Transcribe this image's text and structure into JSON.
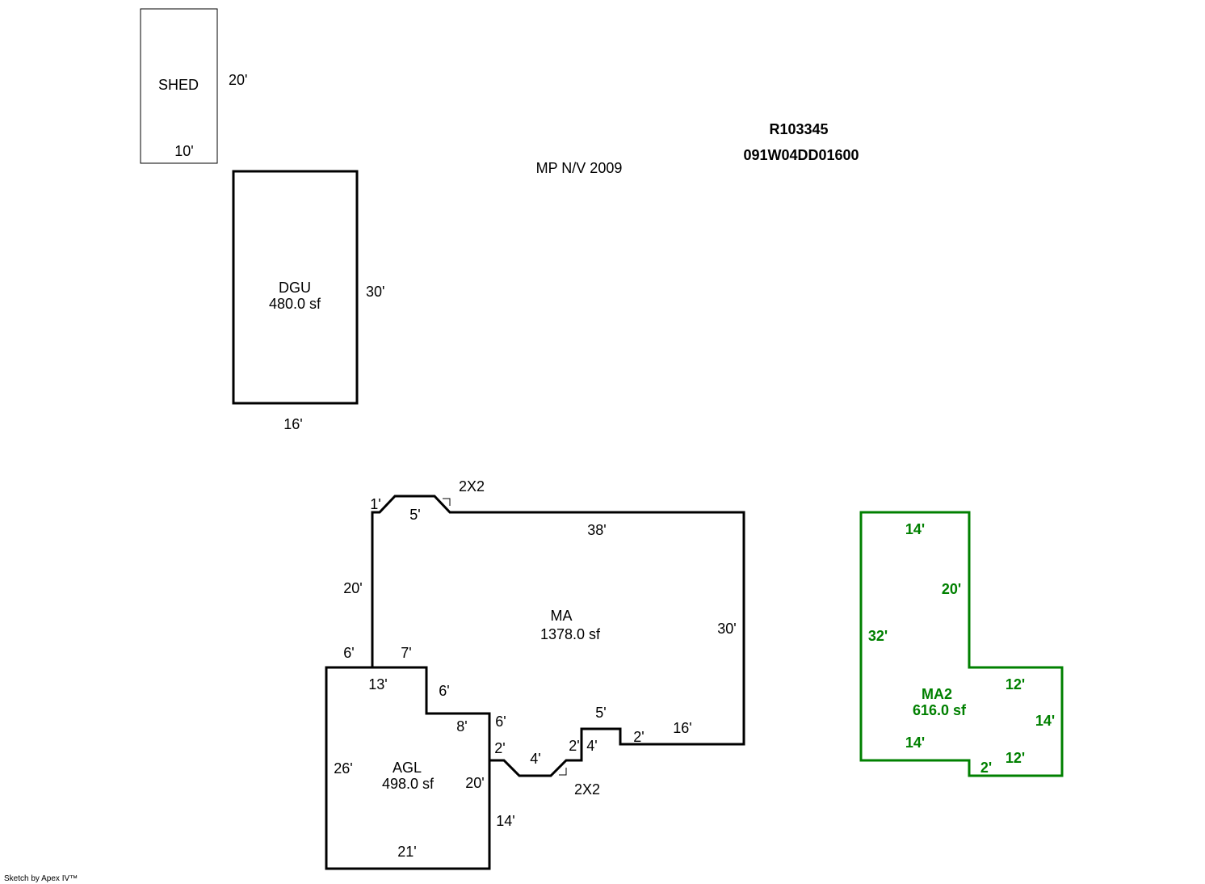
{
  "header": {
    "parcel_id": "R103345",
    "map_number": "091W04DD01600",
    "note": "MP N/V 2009"
  },
  "shed": {
    "label": "SHED",
    "dim_right": "20'",
    "dim_bottom": "10'"
  },
  "dgu": {
    "label": "DGU",
    "area": "480.0 sf",
    "dim_right": "30'",
    "dim_bottom": "16'"
  },
  "ma": {
    "label": "MA",
    "area": "1378.0 sf",
    "dims": {
      "top_left_step": "1'",
      "top_bump": "5'",
      "bay_top_label": "2X2",
      "top": "38'",
      "left": "20'",
      "right": "30'",
      "lower_left_step": "6'",
      "lower_top": "7'",
      "bottom_right": "16'",
      "step_right_2": "2'",
      "step_top_5": "5'",
      "step_4": "4'",
      "step_2b": "2'",
      "bay_bottom": "4'",
      "bay_bottom_label": "2X2",
      "left_inner_2": "2'",
      "inner_6a": "6'",
      "inner_6b": "6'",
      "inner_8": "8'"
    }
  },
  "agl": {
    "label": "AGL",
    "area": "498.0 sf",
    "dims": {
      "top": "13'",
      "left": "26'",
      "right_20": "20'",
      "right_14": "14'",
      "bottom": "21'"
    }
  },
  "ma2": {
    "label": "MA2",
    "area": "616.0 sf",
    "color": "#008000",
    "dims": {
      "top": "14'",
      "inner_20": "20'",
      "left": "32'",
      "step_12a": "12'",
      "right_14": "14'",
      "bottom_14": "14'",
      "step_12b": "12'",
      "step_2": "2'"
    }
  },
  "footer": {
    "credit": "Sketch by Apex IV™"
  }
}
